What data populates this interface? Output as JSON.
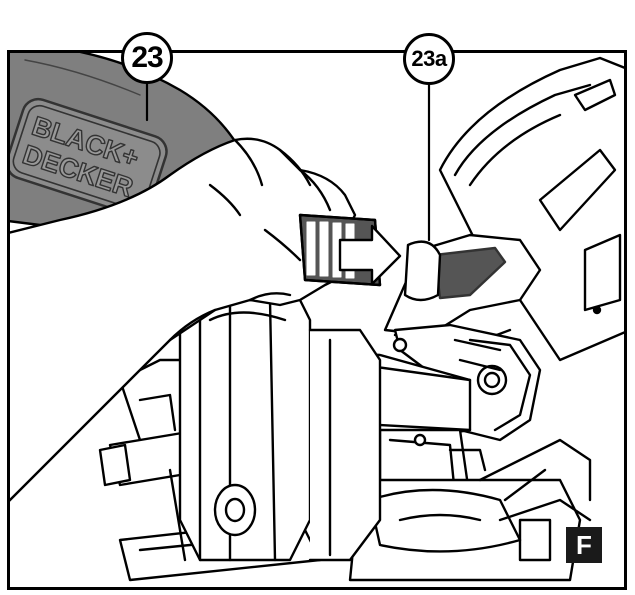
{
  "callouts": {
    "bag": "23",
    "port": "23a"
  },
  "figure_label": "F",
  "brand_text": "BLACK+DECKER"
}
